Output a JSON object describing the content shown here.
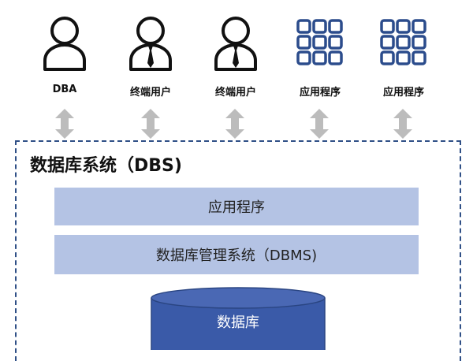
{
  "actors": [
    {
      "label": "DBA",
      "icon": "person-icon"
    },
    {
      "label": "终端用户",
      "icon": "person-with-tie-icon"
    },
    {
      "label": "终端用户",
      "icon": "person-with-tie-icon"
    },
    {
      "label": "应用程序",
      "icon": "app-grid-icon"
    },
    {
      "label": "应用程序",
      "icon": "app-grid-icon"
    }
  ],
  "dbs": {
    "title": "数据库系统（DBS)",
    "app_layer": "应用程序",
    "dbms_layer": "数据库管理系统（DBMS)",
    "database": "数据库"
  },
  "colors": {
    "icon_blue": "#2b4c8c",
    "layer_fill": "#b4c3e4",
    "db_fill": "#3a5aa8",
    "arrow_gray": "#bcbcbc",
    "frame_dash": "#2f4f86"
  }
}
